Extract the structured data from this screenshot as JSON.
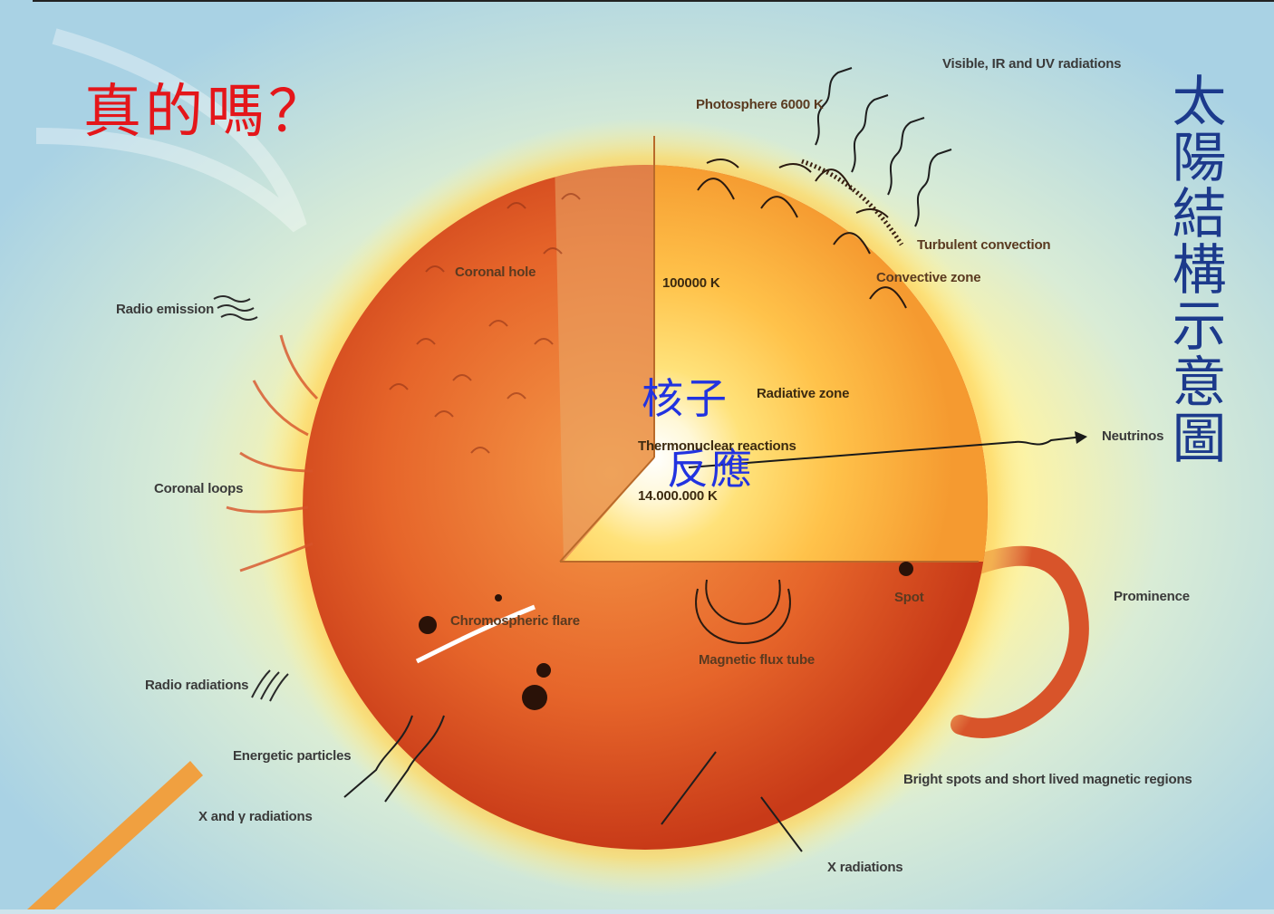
{
  "title_question": "真的嗎？",
  "vertical_title": "太陽結構示意圖",
  "core_annotation": {
    "line1": "核子",
    "line2": "反應"
  },
  "labels": {
    "visible_ir_uv": "Visible, IR and UV radiations",
    "photosphere": "Photosphere 6000 K",
    "turbulent_convection": "Turbulent convection",
    "convective_zone": "Convective zone",
    "coronal_hole": "Coronal hole",
    "temp_100000": "100000 K",
    "radio_emission": "Radio emission",
    "radiative_zone": "Radiative zone",
    "thermonuclear": "Thermonuclear reactions",
    "neutrinos": "Neutrinos",
    "core_temp": "14.000.000 K",
    "coronal_loops": "Coronal loops",
    "spot": "Spot",
    "prominence": "Prominence",
    "chromospheric_flare": "Chromospheric flare",
    "magnetic_flux_tube": "Magnetic flux tube",
    "radio_radiations": "Radio radiations",
    "energetic_particles": "Energetic particles",
    "bright_spots": "Bright spots and short lived magnetic regions",
    "x_gamma": "X and γ radiations",
    "x_radiations": "X radiations"
  },
  "colors": {
    "sky": "#cfe4ec",
    "sun_outer": "#e0481c",
    "sun_mid": "#f07a2a",
    "core_glow": "#fff6d0",
    "title_red": "#e4161a",
    "vertical_blue": "#1c3a8c",
    "core_blue": "#2233e0"
  }
}
